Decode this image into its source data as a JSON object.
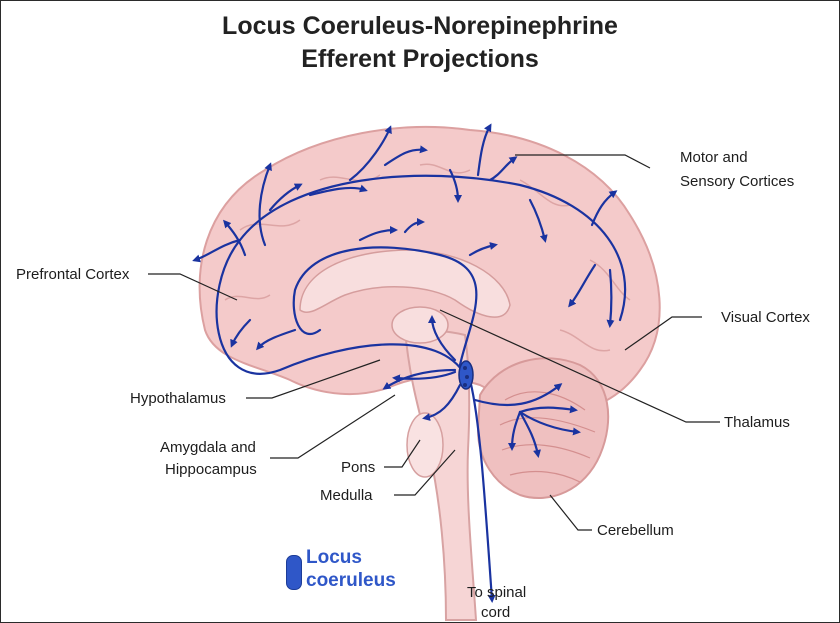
{
  "title_line1": "Locus Coeruleus-Norepinephrine",
  "title_line2": "Efferent Projections",
  "labels": {
    "motor_line1": "Motor and",
    "motor_line2": "Sensory Cortices",
    "prefrontal": "Prefrontal Cortex",
    "visual": "Visual Cortex",
    "hypothalamus": "Hypothalamus",
    "thalamus": "Thalamus",
    "amygdala_line1": "Amygdala and",
    "amygdala_line2": "Hippocampus",
    "pons": "Pons",
    "medulla": "Medulla",
    "cerebellum": "Cerebellum",
    "spinal_line1": "To spinal",
    "spinal_line2": "cord"
  },
  "legend": {
    "line1": "Locus",
    "line2": "coeruleus"
  },
  "colors": {
    "pathway": "#1a33a0",
    "brain": "#f3c9c9",
    "brain_outline": "#e2a6a6",
    "legend": "#2f57c8"
  }
}
